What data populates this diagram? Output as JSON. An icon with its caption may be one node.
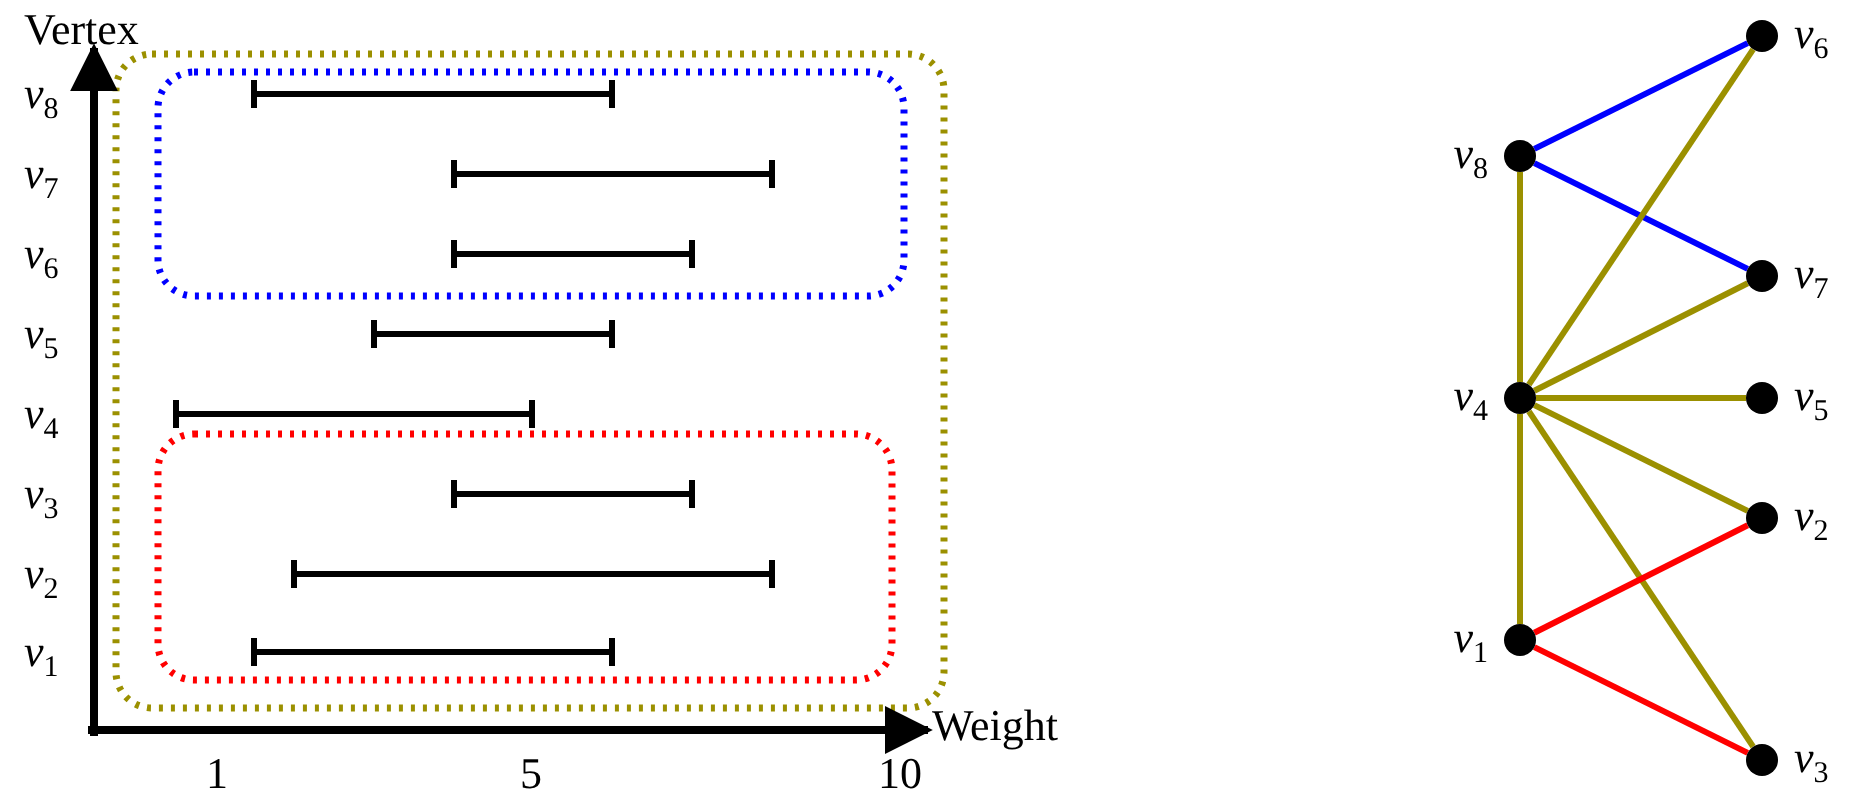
{
  "diagram": {
    "nodes": [
      {
        "text": [],
        "shape": "circle",
        "beside": [
          "*v*$_{6}$"
        ]
      },
      {
        "text": [],
        "shape": "circle",
        "beside": [
          "*v*$_{8}$"
        ]
      },
      {
        "text": [],
        "shape": "circle",
        "beside": [
          "*v*$_{7}$"
        ]
      },
      {
        "text": [],
        "shape": "circle",
        "beside": [
          "*v*$_{4}$"
        ]
      },
      {
        "text": [],
        "shape": "circle",
        "beside": [
          "*v*$_{5}$"
        ]
      },
      {
        "text": [],
        "shape": "circle",
        "beside": [
          "*v*$_{2}$"
        ]
      },
      {
        "text": [],
        "shape": "circle",
        "beside": [
          "*v*$_{1}$"
        ]
      },
      {
        "text": [],
        "shape": "circle",
        "beside": [
          "*v*$_{3}$"
        ]
      }
    ],
    "edges": [
      {
        "from": 1,
        "to": 0,
        "arrow": "none",
        "color": "#0000ff"
      },
      {
        "from": 1,
        "to": 2,
        "arrow": "none",
        "color": "#0000ff"
      },
      {
        "from": 1,
        "to": 3,
        "arrow": "none"
      },
      {
        "from": 3,
        "to": 0,
        "arrow": "none"
      },
      {
        "from": 3,
        "to": 2,
        "arrow": "none"
      },
      {
        "from": 3,
        "to": 4,
        "arrow": "none"
      },
      {
        "from": 3,
        "to": 5,
        "arrow": "none"
      },
      {
        "from": 3,
        "to": 7,
        "arrow": "none"
      },
      {
        "from": 3,
        "to": 6,
        "arrow": "none"
      },
      {
        "from": 6,
        "to": 5,
        "arrow": "none",
        "color": "#ff0000"
      },
      {
        "from": 6,
        "to": 7,
        "arrow": "none",
        "color": "#ff0000"
      }
    ],
    "labels": [
      "Vertex",
      "*v*$_{8}$",
      "*v*$_{7}$",
      "*v*$_{6}$",
      "*v*$_{5}$",
      "*v*$_{4}$",
      "*v*$_{3}$",
      "*v*$_{2}$",
      "*v*$_{1}$",
      "Weight",
      "1",
      "5",
      "10"
    ]
  }
}
